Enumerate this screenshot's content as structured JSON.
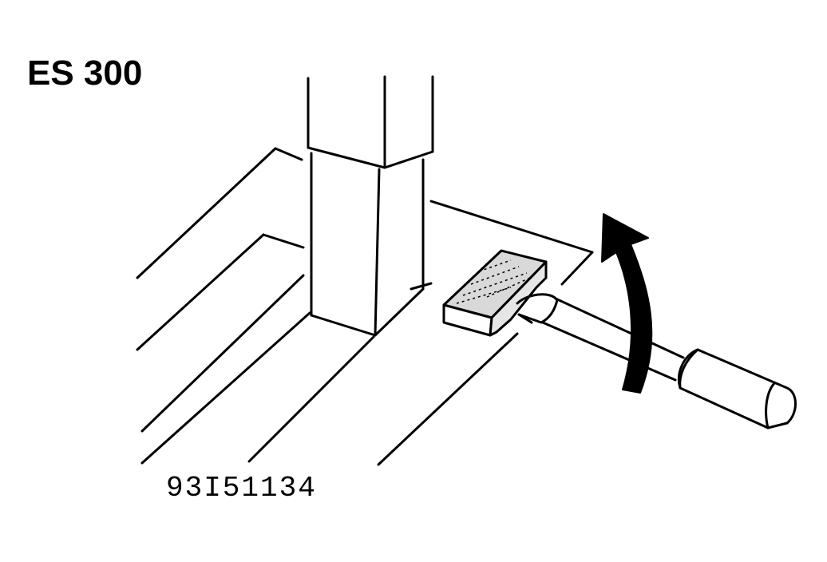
{
  "figure": {
    "title": "ES 300",
    "code": "93I51134",
    "colors": {
      "ink": "#000000",
      "paper": "#ffffff",
      "wood_fill": "#d9d9d9"
    },
    "icons": [
      "pillar",
      "spacer-block",
      "screwdriver",
      "curved-arrow"
    ]
  }
}
